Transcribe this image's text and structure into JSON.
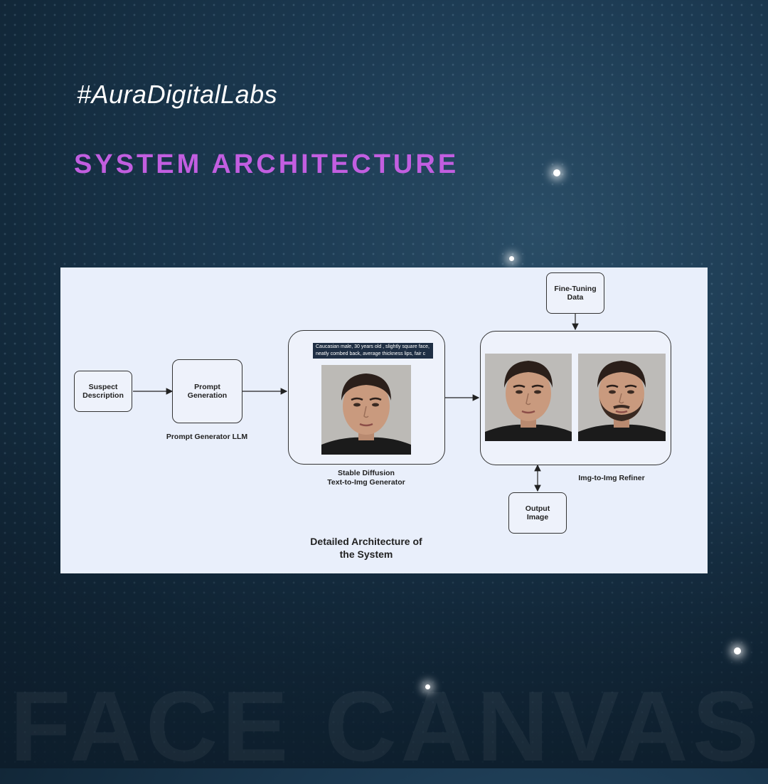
{
  "header": {
    "hashtag": "#AuraDigitalLabs",
    "title": "SYSTEM ARCHITECTURE"
  },
  "watermark": "FACE CANVAS",
  "diagram": {
    "suspect_description": "Suspect\nDescription",
    "prompt_generation": "Prompt\nGeneration",
    "prompt_generator_label": "Prompt Generator LLM",
    "prompt_text": "Caucasian male, 30 years old , slightly square face,\nneatly combed back, average thickness lips, fair c",
    "stable_diffusion_label": "Stable Diffusion\nText-to-Img Generator",
    "fine_tuning": "Fine-Tuning\nData",
    "refiner_label": "Img-to-Img Refiner",
    "output_image": "Output\nImage",
    "caption": "Detailed Architecture of\nthe System"
  },
  "colors": {
    "accent": "#c25ee0",
    "panel": "#e9effb"
  }
}
